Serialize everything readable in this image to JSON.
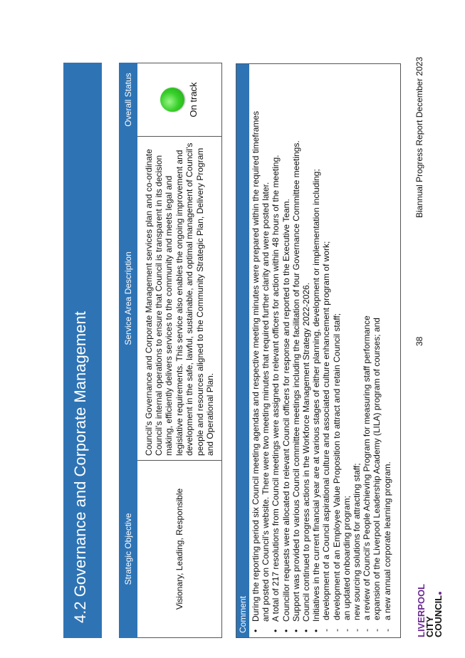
{
  "section": {
    "title": "4.2 Governance and Corporate Management"
  },
  "table": {
    "headers": [
      "Strategic Objective",
      "Service Area Description",
      "Overall Status"
    ],
    "objective": "Visionary, Leading, Responsible",
    "description_lines": [
      "Council’s Governance and Corporate Management services plan and co-ordinate",
      "Council’s internal operations to ensure that Council is transparent in its decision",
      "making, efficiently delivers services to the community and meets legal and",
      "legislative requirements. This service also enables the ongoing improvement and",
      "development in the safe, lawful, sustainable, and optimal management of Council’s",
      "people and resources aligned to the Community Strategic Plan, Delivery Program",
      "and Operational Plan."
    ],
    "status": "On track",
    "status_color": "#38d02a"
  },
  "comment": {
    "header": "Comment",
    "lines": [
      {
        "type": "bullet",
        "text": "During the reporting period six Council meeting agendas and respective meeting minutes were prepared within the required timeframes"
      },
      {
        "type": "cont",
        "text": "and posted on Council’s website. There were two meeting minutes that required further clarity and were posted later."
      },
      {
        "type": "bullet",
        "text": "A total of 217 resolutions from Council meetings were assigned to relevant officers for action within 48 hours of the meeting."
      },
      {
        "type": "bullet",
        "text": "Councillor requests were allocated to relevant Council officers for response and reported to the Executive Team."
      },
      {
        "type": "bullet",
        "text": "Support was provided to various Council committee meetings including the facilitation of four Governance Committee meetings."
      },
      {
        "type": "bullet",
        "text": "Council continued to progress actions in the Workforce Management Strategy 2022-2026."
      },
      {
        "type": "bullet",
        "text": "Initiatives in the current financial year are at various stages of either planning, development or implementation including;"
      },
      {
        "type": "dash",
        "text": "development of a Council aspirational culture and associated culture enhancement program of work;"
      },
      {
        "type": "dash",
        "text": "development of an Employee Value Proposition to attract and retain Council staff;"
      },
      {
        "type": "dash",
        "text": "an updated onboarding program;"
      },
      {
        "type": "dash",
        "text": "new sourcing solutions for attracting staff;"
      },
      {
        "type": "dash",
        "text": "a review of Council’s People Achieving Program for measuring staff performance"
      },
      {
        "type": "dash",
        "text": "expansion of the Liverpool Leadership Academy (LILA) program of courses; and"
      },
      {
        "type": "dash",
        "text": "a new annual corporate learning program."
      }
    ]
  },
  "footer": {
    "page_number": "38",
    "report_title": "Biannual Progress Report December 2023",
    "logo_lines": [
      "LIVERPOOL",
      "CITY",
      "COUNCIL"
    ]
  }
}
